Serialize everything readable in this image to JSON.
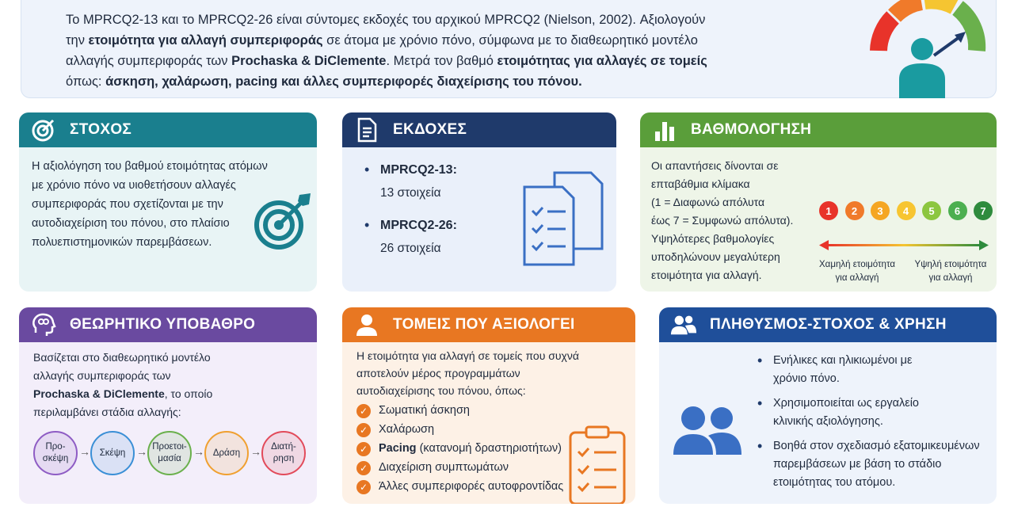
{
  "intro": {
    "s1": "Το MPRCQ2-13 και το MPRCQ2-26 είναι σύντομες εκδοχές του αρχικού MPRCQ2 (Nielson, 2002). Αξιολογούν",
    "s2a": "την ",
    "s2b": "ετοιμότητα για αλλαγή συμπεριφοράς",
    "s2c": " σε άτομα με χρόνιο πόνο, σύμφωνα με το διαθεωρητικό μοντέλο",
    "s3a": "αλλαγής συμπεριφοράς των ",
    "s3b": "Prochaska & DiClemente",
    "s3c": ". Μετρά τον βαθμό ",
    "s3d": "ετοιμότητας για αλλαγές σε τομείς",
    "s4a": "όπως: ",
    "s4b": "άσκηση, χαλάρωση, pacing και άλλες συμπεριφορές διαχείρισης του πόνου."
  },
  "goal": {
    "title": "ΣΤΟΧΟΣ",
    "lines": [
      "Η αξιολόγηση του βαθμού ετοιμότητας ατόμων",
      "με χρόνιο πόνο να υιοθετήσουν αλλαγές",
      "συμπεριφοράς που σχετίζονται με την",
      "αυτοδιαχείριση του πόνου, στο πλαίσιο",
      "πολυεπιστημονικών παρεμβάσεων."
    ]
  },
  "versions": {
    "title": "ΕΚΔΟΧΕΣ",
    "items": [
      {
        "name": "MPRCQ2-13:",
        "count": "13 στοιχεία"
      },
      {
        "name": "MPRCQ2-26:",
        "count": "26 στοιχεία"
      }
    ]
  },
  "scoring": {
    "title": "ΒΑΘΜΟΛΟΓΗΣΗ",
    "lines": [
      "Οι απαντήσεις δίνονται σε",
      "επταβάθμια κλίμακα",
      "(1 = Διαφωνώ απόλυτα",
      "έως 7 = Συμφωνώ απόλυτα).",
      "Υψηλότερες βαθμολογίες",
      "υποδηλώνουν μεγαλύτερη",
      "ετοιμότητα για αλλαγή."
    ],
    "scale": [
      "1",
      "2",
      "3",
      "4",
      "5",
      "6",
      "7"
    ],
    "scale_colors": [
      "#e8332a",
      "#f07a2a",
      "#f5a623",
      "#f7c531",
      "#8cc63f",
      "#4caf50",
      "#2e8b3d"
    ],
    "low_label_1": "Χαμηλή ετοιμότητα",
    "low_label_2": "για αλλαγή",
    "high_label_1": "Υψηλή ετοιμότητα",
    "high_label_2": "για αλλαγή"
  },
  "theory": {
    "title": "ΘΕΩΡΗΤΙΚΟ ΥΠΟΒΑΘΡΟ",
    "l1": "Βασίζεται στο διαθεωρητικό μοντέλο",
    "l2": "αλλαγής συμπεριφοράς των",
    "l3a": "Prochaska & DiClemente",
    "l3b": ", το οποίο",
    "l4": "περιλαμβάνει στάδια αλλαγής:",
    "stages": [
      {
        "l1": "Προ-",
        "l2": "σκέψη"
      },
      {
        "l1": "Σκέψη",
        "l2": ""
      },
      {
        "l1": "Προετοι-",
        "l2": "μασία"
      },
      {
        "l1": "Δράση",
        "l2": ""
      },
      {
        "l1": "Διατή-",
        "l2": "ρηση"
      }
    ],
    "stage_colors": [
      "#8e5cc4",
      "#3a8fd6",
      "#6ab04c",
      "#f0a030",
      "#e24a5a"
    ]
  },
  "domains": {
    "title": "ΤΟΜΕΙΣ ΠΟΥ ΑΞΙΟΛΟΓΕΙ",
    "l1": "Η ετοιμότητα για αλλαγή σε τομείς που συχνά",
    "l2": "αποτελούν μέρος προγραμμάτων",
    "l3": "αυτοδιαχείρισης του πόνου, όπως:",
    "items": [
      "Σωματική άσκηση",
      "Χαλάρωση",
      "Pacing",
      "Διαχείριση συμπτωμάτων",
      "Άλλες συμπεριφορές αυτοφροντίδας"
    ],
    "pacing_note": " (κατανομή δραστηριοτήτων)",
    "check": "✓"
  },
  "population": {
    "title": "ΠΛΗΘΥΣΜΟΣ-ΣΤΟΧΟΣ & ΧΡΗΣΗ",
    "items": [
      {
        "l1": "Ενήλικες και ηλικιωμένοι με",
        "l2": "χρόνιο πόνο."
      },
      {
        "l1": "Χρησιμοποιείται ως εργαλείο",
        "l2": "κλινικής αξιολόγησης."
      },
      {
        "l1": "Βοηθά στον σχεδιασμό εξατομικευμένων",
        "l2": "παρεμβάσεων με βάση το στάδιο",
        "l3": "ετοιμότητας του ατόμου."
      }
    ]
  }
}
